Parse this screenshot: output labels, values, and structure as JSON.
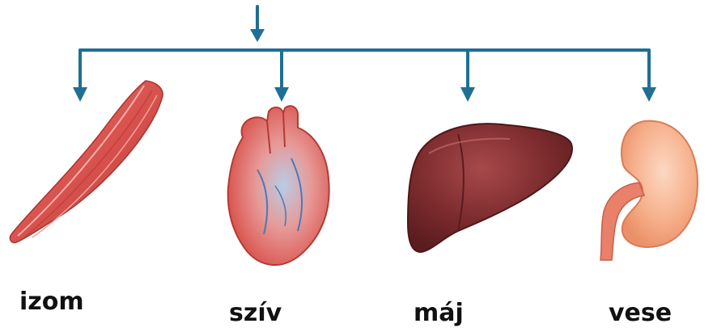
{
  "diagram": {
    "arrow_color": "#1f6f94",
    "organs": [
      {
        "label": "izom",
        "icon": "muscle-icon",
        "color": "#d9534f"
      },
      {
        "label": "szív",
        "icon": "heart-icon",
        "color": "#d84a43"
      },
      {
        "label": "máj",
        "icon": "liver-icon",
        "color": "#7a2a2c"
      },
      {
        "label": "vese",
        "icon": "kidney-icon",
        "color": "#f2a27c"
      }
    ]
  }
}
